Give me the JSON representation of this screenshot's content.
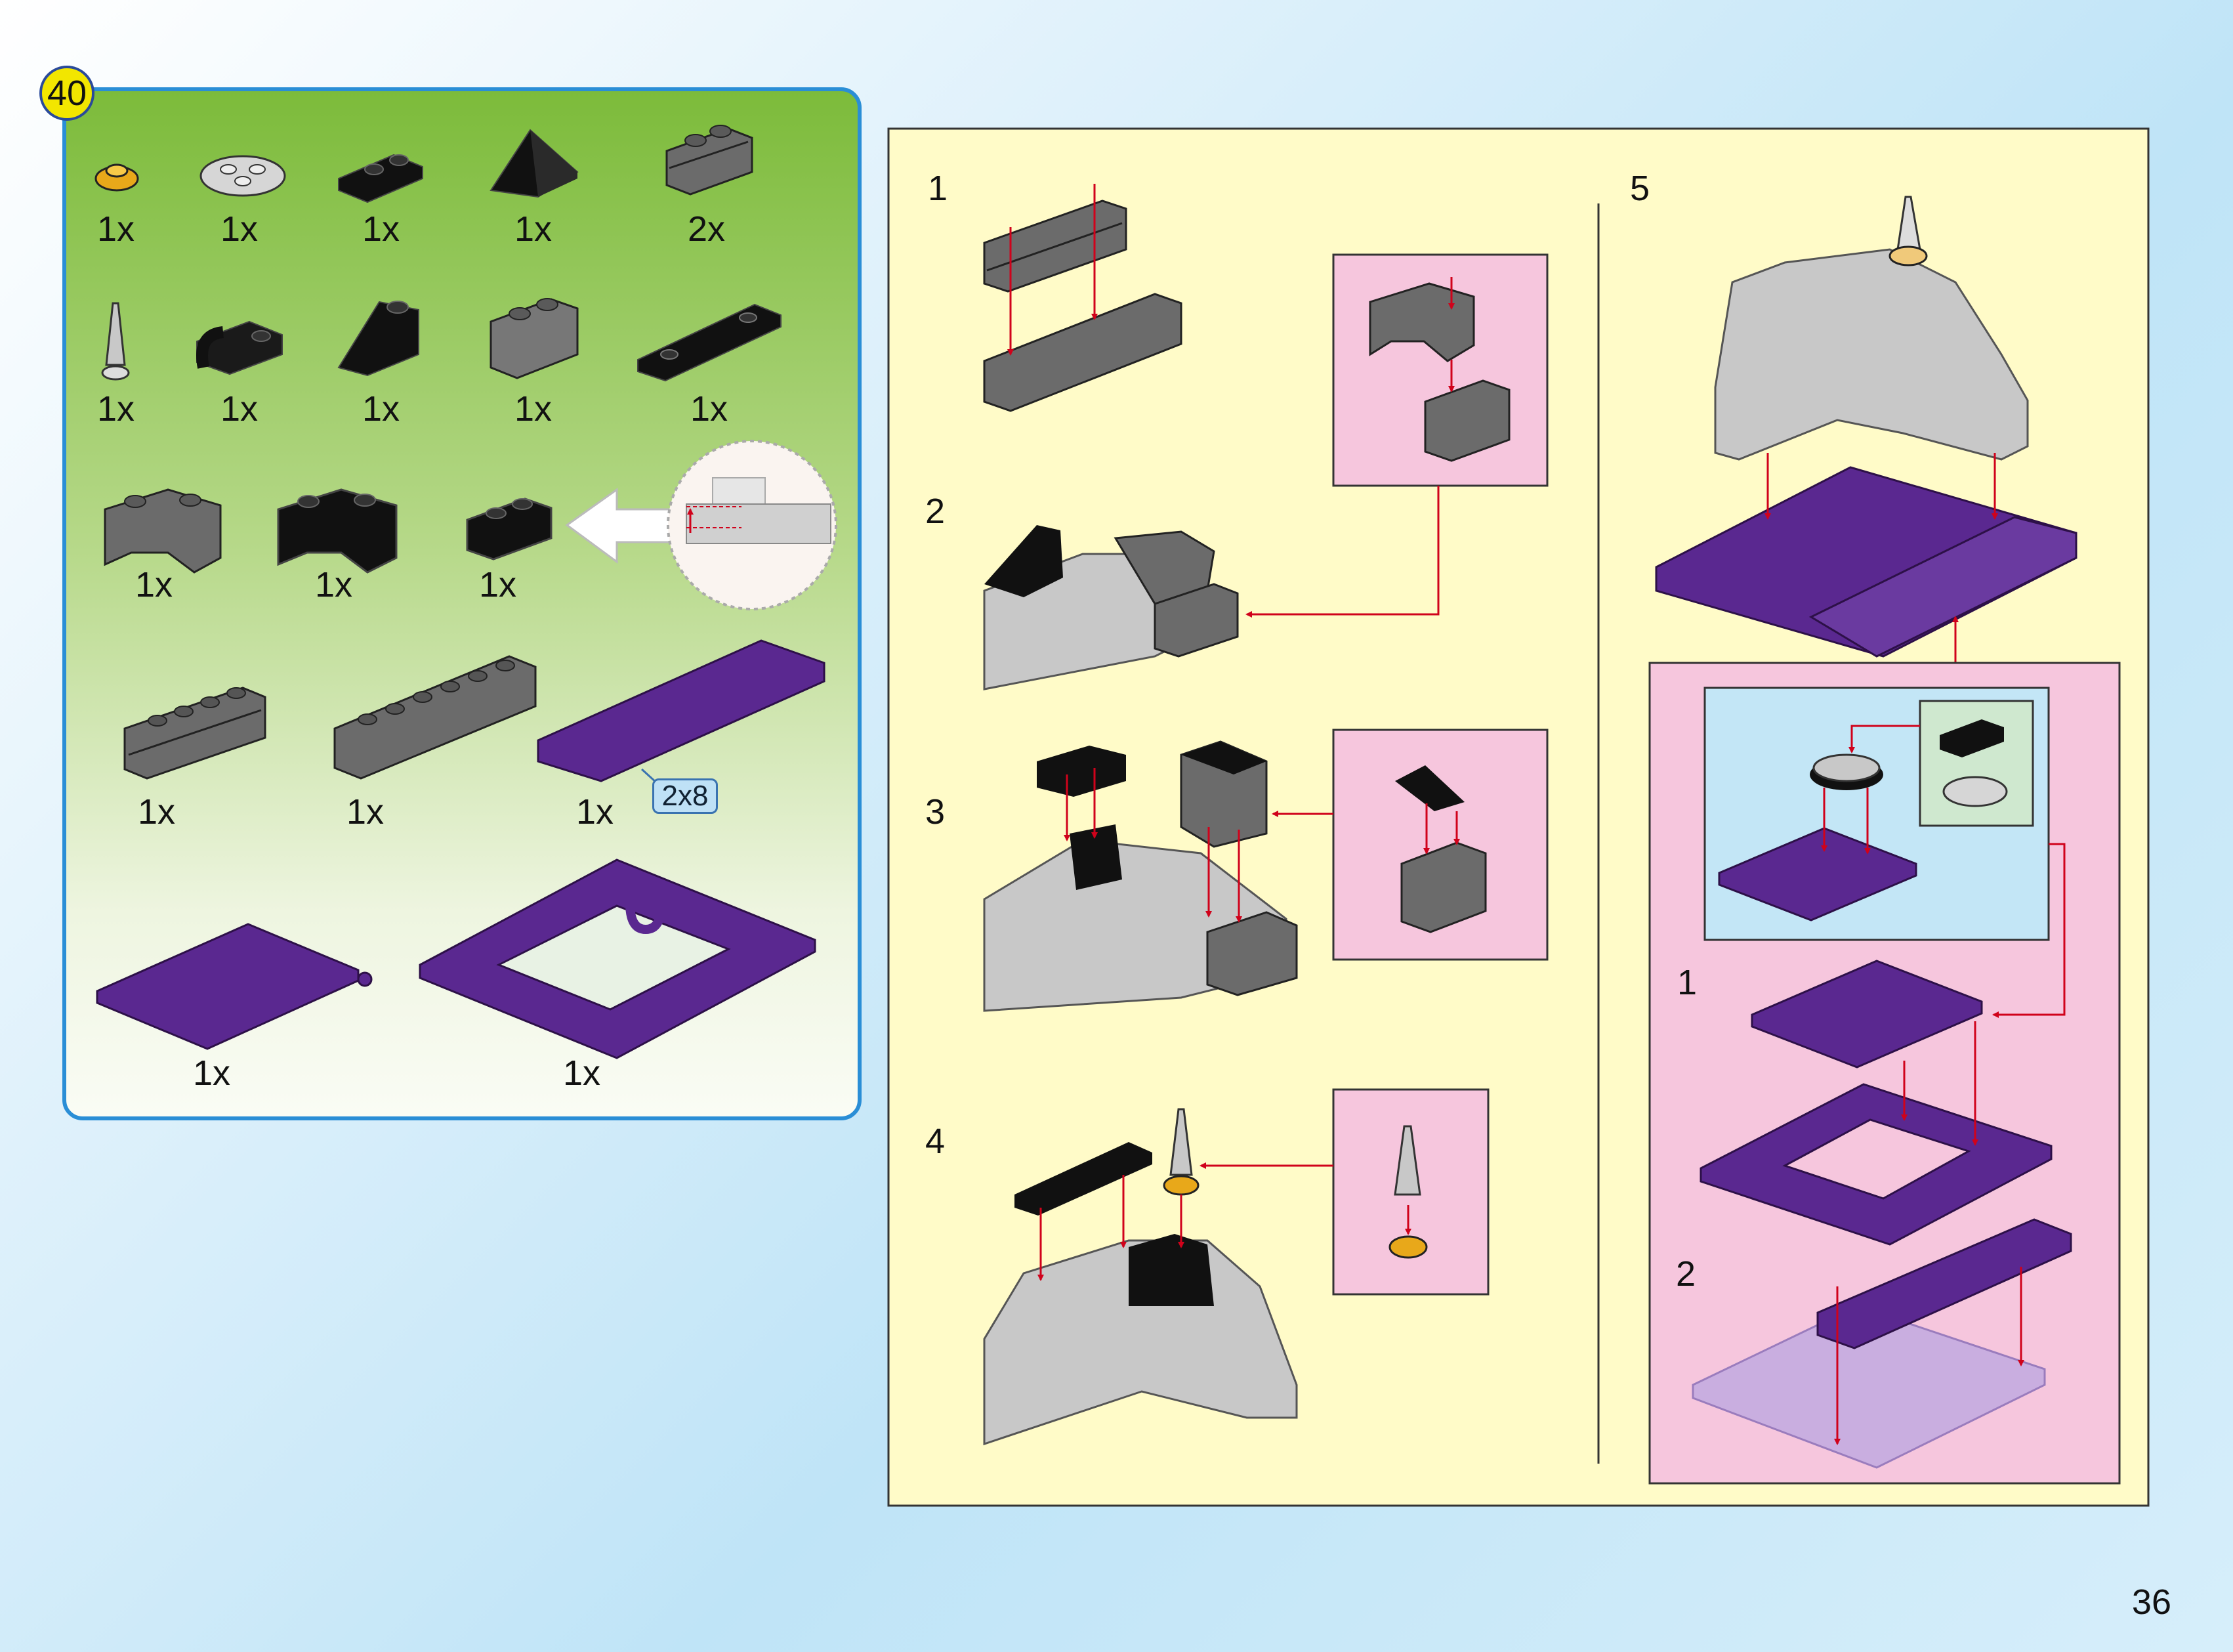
{
  "parts_panel": {
    "badge": "40",
    "counts": [
      "1x",
      "1x",
      "1x",
      "1x",
      "2x",
      "1x",
      "1x",
      "1x",
      "1x",
      "1x",
      "1x",
      "1x",
      "1x",
      "1x",
      "1x",
      "1x",
      "1x",
      "1x"
    ],
    "size_tag": "2x8"
  },
  "instructions": {
    "steps": [
      "1",
      "2",
      "3",
      "4",
      "5"
    ],
    "sub_steps": [
      "1",
      "2"
    ]
  },
  "page_number": "36",
  "colors": {
    "parts_bg_top": "#7ab83a",
    "instruction_bg": "#fffbc8",
    "callout_bg": "#f6c6dd",
    "subcallout_blue": "#c3e6f6",
    "subcallout_green": "#cfe8cf",
    "arrow": "#d0021b",
    "purple": "#5a2890",
    "dark_gray": "#6b6b6b",
    "light_gray": "#c8c8c8"
  }
}
